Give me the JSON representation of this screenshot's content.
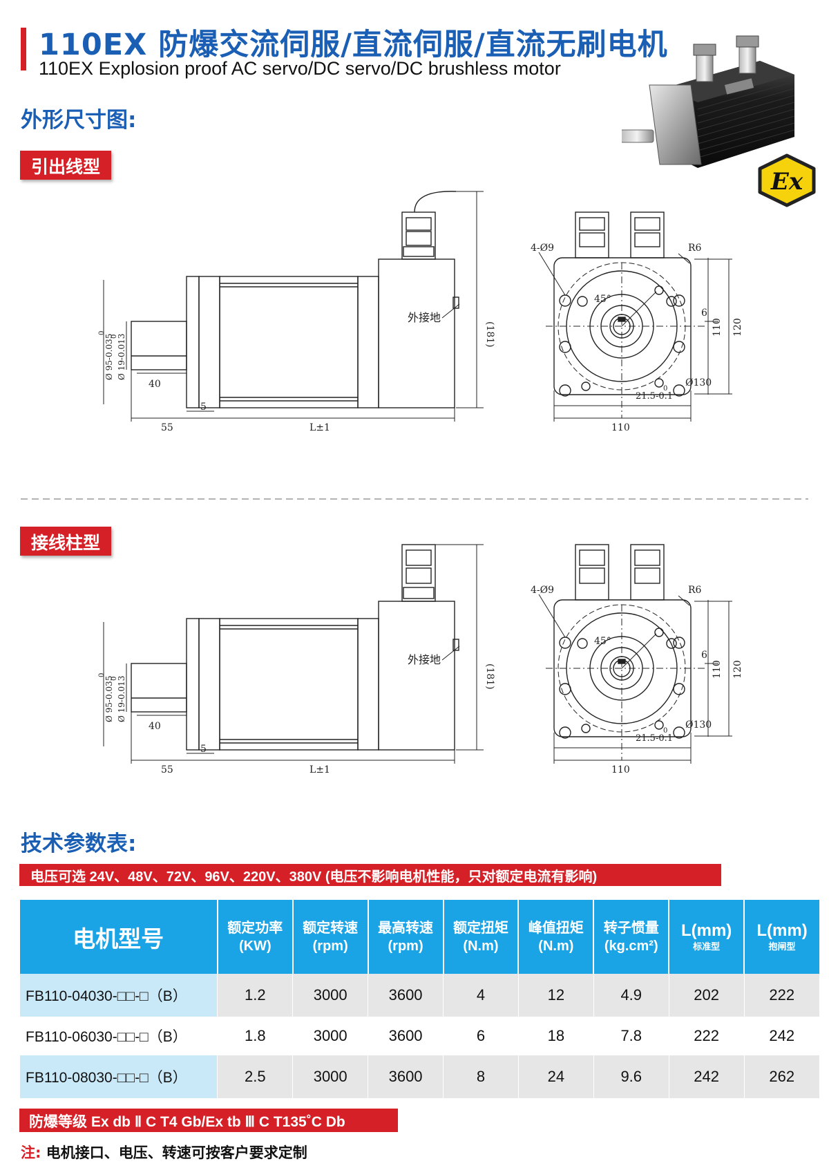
{
  "header": {
    "title_cn": "110EX 防爆交流伺服/直流伺服/直流无刷电机",
    "title_en": "110EX Explosion proof AC servo/DC servo/DC brushless motor",
    "outline_heading": "外形尺寸图:",
    "ex_mark": "Ex"
  },
  "drawings": [
    {
      "tag": "引出线型",
      "side": {
        "dia_outer": "Ø 95-0.035",
        "dia_outer_tol": "0",
        "dia_shaft": "Ø 19-0.013",
        "dia_shaft_tol": "0",
        "key_len": "40",
        "flange": "5",
        "shaft_len": "55",
        "body_len": "L±1",
        "height": "(181)",
        "ground": "外接地"
      },
      "front": {
        "holes": "4-Ø9",
        "radius": "R6",
        "angle": "45°",
        "key_width": "6",
        "pilot": "110",
        "flange_sq": "120",
        "pcd": "Ø130",
        "key_height": "21.5-0.1",
        "key_height_tol": "0",
        "width": "110"
      }
    },
    {
      "tag": "接线柱型",
      "side": {
        "dia_outer": "Ø 95-0.035",
        "dia_outer_tol": "0",
        "dia_shaft": "Ø 19-0.013",
        "dia_shaft_tol": "0",
        "key_len": "40",
        "flange": "5",
        "shaft_len": "55",
        "body_len": "L±1",
        "height": "(181)",
        "ground": "外接地"
      },
      "front": {
        "holes": "4-Ø9",
        "radius": "R6",
        "angle": "45°",
        "key_width": "6",
        "pilot": "110",
        "flange_sq": "120",
        "pcd": "Ø130",
        "key_height": "21.5-0.1",
        "key_height_tol": "0",
        "width": "110"
      }
    }
  ],
  "specs": {
    "heading": "技术参数表:",
    "voltage_note": "电压可选  24V、48V、72V、96V、220V、380V (电压不影响电机性能，只对额定电流有影响)",
    "columns": [
      {
        "line1": "电机型号"
      },
      {
        "line1": "额定功率",
        "line2": "(KW)"
      },
      {
        "line1": "额定转速",
        "line2": "(rpm)"
      },
      {
        "line1": "最高转速",
        "line2": "(rpm)"
      },
      {
        "line1": "额定扭矩",
        "line2": "(N.m)"
      },
      {
        "line1": "峰值扭矩",
        "line2": "(N.m)"
      },
      {
        "line1": "转子惯量",
        "line2": "(kg.cm²)"
      },
      {
        "line1": "L(mm)",
        "line2": "标准型"
      },
      {
        "line1": "L(mm)",
        "line2": "抱闸型"
      }
    ],
    "rows": [
      [
        "FB110-04030-□□-□（B）",
        "1.2",
        "3000",
        "3600",
        "4",
        "12",
        "4.9",
        "202",
        "222"
      ],
      [
        "FB110-06030-□□-□（B）",
        "1.8",
        "3000",
        "3600",
        "6",
        "18",
        "7.8",
        "222",
        "242"
      ],
      [
        "FB110-08030-□□-□（B）",
        "2.5",
        "3000",
        "3600",
        "8",
        "24",
        "9.6",
        "242",
        "262"
      ]
    ],
    "ex_rating": "防爆等级    Ex db Ⅱ C T4 Gb/Ex tb Ⅲ C T135˚C Db",
    "note_label": "注:",
    "note_text": "电机接口、电压、转速可按客户要求定制"
  },
  "colors": {
    "blue": "#1a5fb4",
    "red": "#d62027",
    "table_header": "#1aa3e5",
    "model_cell": "#c9e9f8",
    "row_gray": "#e6e6e6"
  }
}
